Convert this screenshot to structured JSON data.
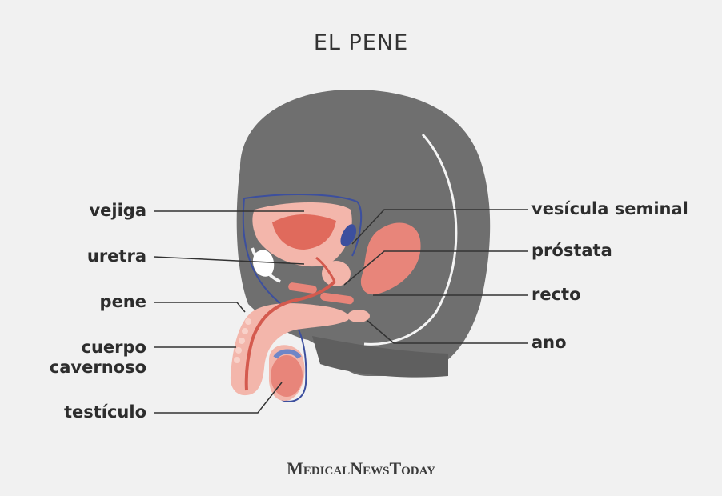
{
  "title": "EL PENE",
  "labels": {
    "vejiga": "vejiga",
    "uretra": "uretra",
    "pene": "pene",
    "cuerpo_line1": "cuerpo",
    "cuerpo_line2": "cavernoso",
    "testiculo": "testículo",
    "vesicula": "vesícula seminal",
    "prostata": "próstata",
    "recto": "recto",
    "ano": "ano"
  },
  "logo": {
    "part1": "Medical",
    "part2": "News",
    "part3": "Today"
  },
  "colors": {
    "body": "#6f6f6f",
    "organ_pink": "#e8857a",
    "organ_light": "#f3b6ab",
    "organ_dark": "#d45a4e",
    "vessel_blue": "#3c4f9e",
    "leader_line": "#333333"
  }
}
